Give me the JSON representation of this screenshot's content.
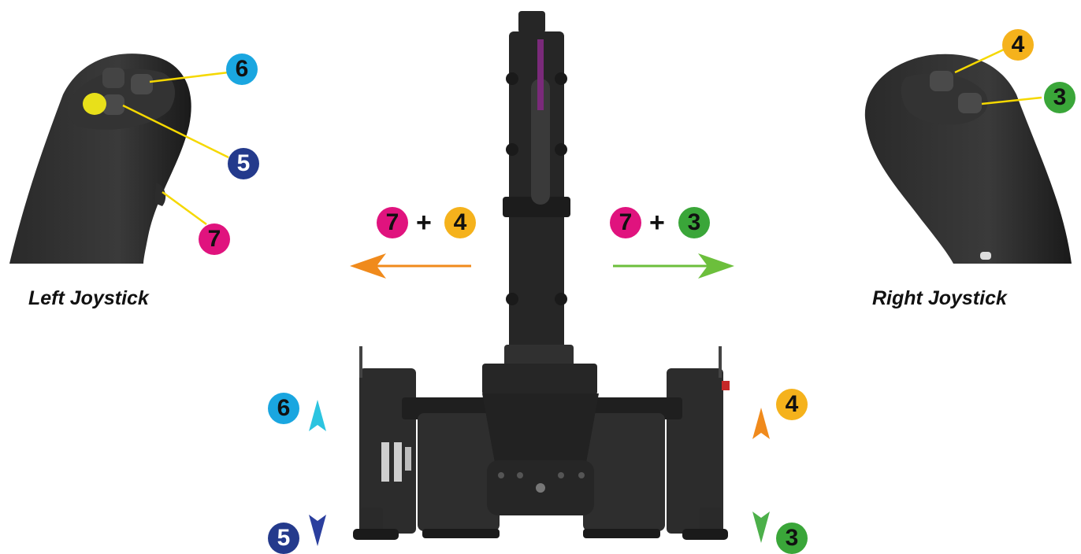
{
  "captions": {
    "left_joystick": "Left Joystick",
    "right_joystick": "Right Joystick"
  },
  "plus": "+",
  "badges": {
    "left_6": "6",
    "left_5": "5",
    "left_7": "7",
    "right_4": "4",
    "right_3": "3",
    "combo_left_7": "7",
    "combo_left_4": "4",
    "combo_right_7": "7",
    "combo_right_3": "3",
    "bottom_left_6": "6",
    "bottom_left_5": "5",
    "bottom_right_4": "4",
    "bottom_right_3": "3"
  },
  "colors": {
    "badge_6": "#1aa6e0",
    "badge_5": "#243a8c",
    "badge_7": "#e0137e",
    "badge_4": "#f5b21c",
    "badge_3": "#3aa639",
    "arrow_orange": "#f08a1c",
    "arrow_green": "#6cbf3c",
    "arrow_cyan": "#2cb8d8",
    "arrow_blue": "#2b4aa8",
    "leader_line": "#f5d800",
    "machine": "#262626"
  }
}
